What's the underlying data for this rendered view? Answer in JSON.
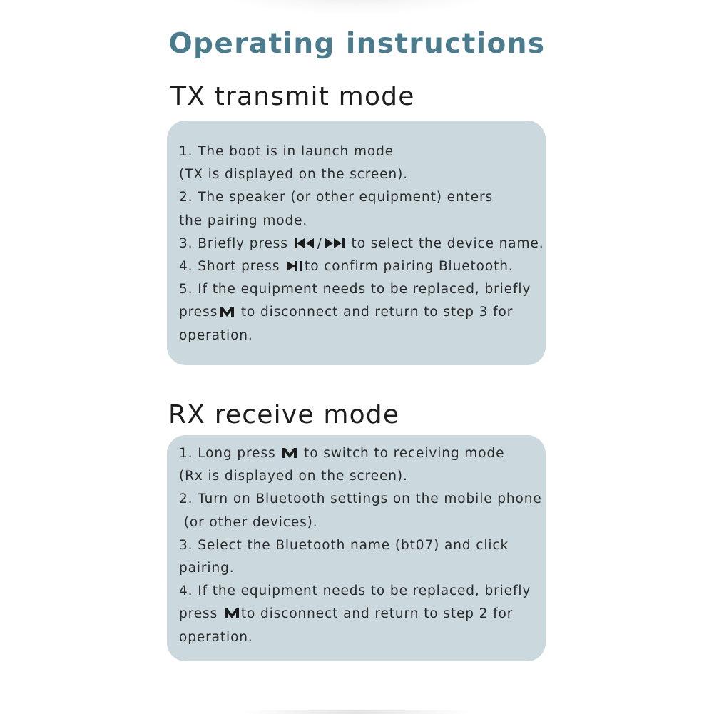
{
  "title": "Operating instructions",
  "tx": {
    "title": "TX transmit mode",
    "lines": [
      "1. The boot is in launch mode",
      "(TX is displayed on the screen).",
      "2. The speaker (or other equipment) enters",
      "the pairing mode.",
      {
        "pre": "3. Briefly press ",
        "post": " to select the device name."
      },
      {
        "pre": "4. Short press ",
        "post": "to confirm pairing Bluetooth."
      },
      "5. If the equipment needs to be replaced, briefly",
      {
        "pre": "press",
        "post": " to disconnect and return to step 3 for"
      },
      "operation."
    ]
  },
  "rx": {
    "title": "RX receive mode",
    "lines": [
      {
        "pre": "1. Long press ",
        "post": " to switch to receiving mode"
      },
      "(Rx is displayed on the screen).",
      "2. Turn on Bluetooth settings on the mobile phone",
      " (or other devices).",
      "3. Select the Bluetooth name (bt07) and click",
      "pairing.",
      "4. If the equipment needs to be replaced, briefly",
      {
        "pre": "press ",
        "post": "to disconnect and return to step 2 for"
      },
      "operation."
    ]
  },
  "icons": {
    "prev": "previous-track-icon",
    "next": "next-track-icon",
    "play_pause": "play-pause-icon",
    "mode": "m-mode-icon",
    "separator": "/"
  },
  "colors": {
    "title": "#4a7c8e",
    "card": "#cbd9de",
    "text": "#2a2a2a",
    "heading": "#1d1d1d"
  }
}
